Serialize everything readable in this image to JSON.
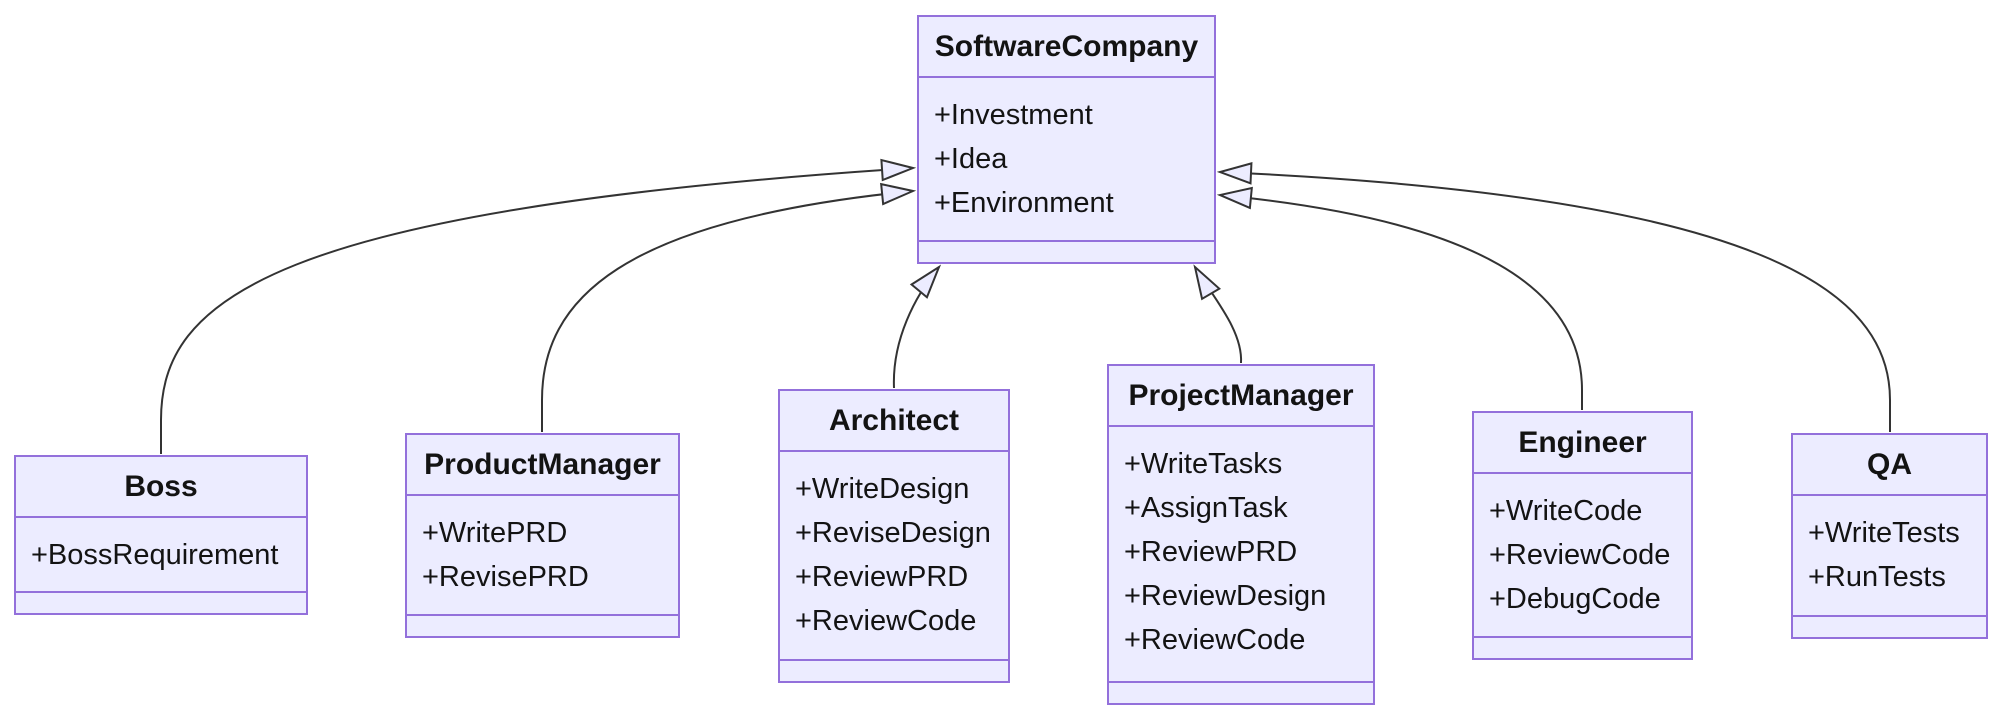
{
  "diagram": {
    "kind": "uml-class-diagram",
    "colors": {
      "node_fill": "#ECECFF",
      "node_border": "#9370DB",
      "edge_stroke": "#333333",
      "text": "#131313",
      "background": "#FFFFFF"
    },
    "classes": [
      {
        "name": "SoftwareCompany",
        "attributes": [
          "+Investment",
          "+Idea",
          "+Environment"
        ],
        "methods": []
      },
      {
        "name": "Boss",
        "attributes": [
          "+BossRequirement"
        ],
        "methods": []
      },
      {
        "name": "ProductManager",
        "attributes": [
          "+WritePRD",
          "+RevisePRD"
        ],
        "methods": []
      },
      {
        "name": "Architect",
        "attributes": [
          "+WriteDesign",
          "+ReviseDesign",
          "+ReviewPRD",
          "+ReviewCode"
        ],
        "methods": []
      },
      {
        "name": "ProjectManager",
        "attributes": [
          "+WriteTasks",
          "+AssignTask",
          "+ReviewPRD",
          "+ReviewDesign",
          "+ReviewCode"
        ],
        "methods": []
      },
      {
        "name": "Engineer",
        "attributes": [
          "+WriteCode",
          "+ReviewCode",
          "+DebugCode"
        ],
        "methods": []
      },
      {
        "name": "QA",
        "attributes": [
          "+WriteTests",
          "+RunTests"
        ],
        "methods": []
      }
    ],
    "relations": [
      {
        "from": "Boss",
        "to": "SoftwareCompany",
        "type": "inheritance"
      },
      {
        "from": "ProductManager",
        "to": "SoftwareCompany",
        "type": "inheritance"
      },
      {
        "from": "Architect",
        "to": "SoftwareCompany",
        "type": "inheritance"
      },
      {
        "from": "ProjectManager",
        "to": "SoftwareCompany",
        "type": "inheritance"
      },
      {
        "from": "Engineer",
        "to": "SoftwareCompany",
        "type": "inheritance"
      },
      {
        "from": "QA",
        "to": "SoftwareCompany",
        "type": "inheritance"
      }
    ]
  }
}
